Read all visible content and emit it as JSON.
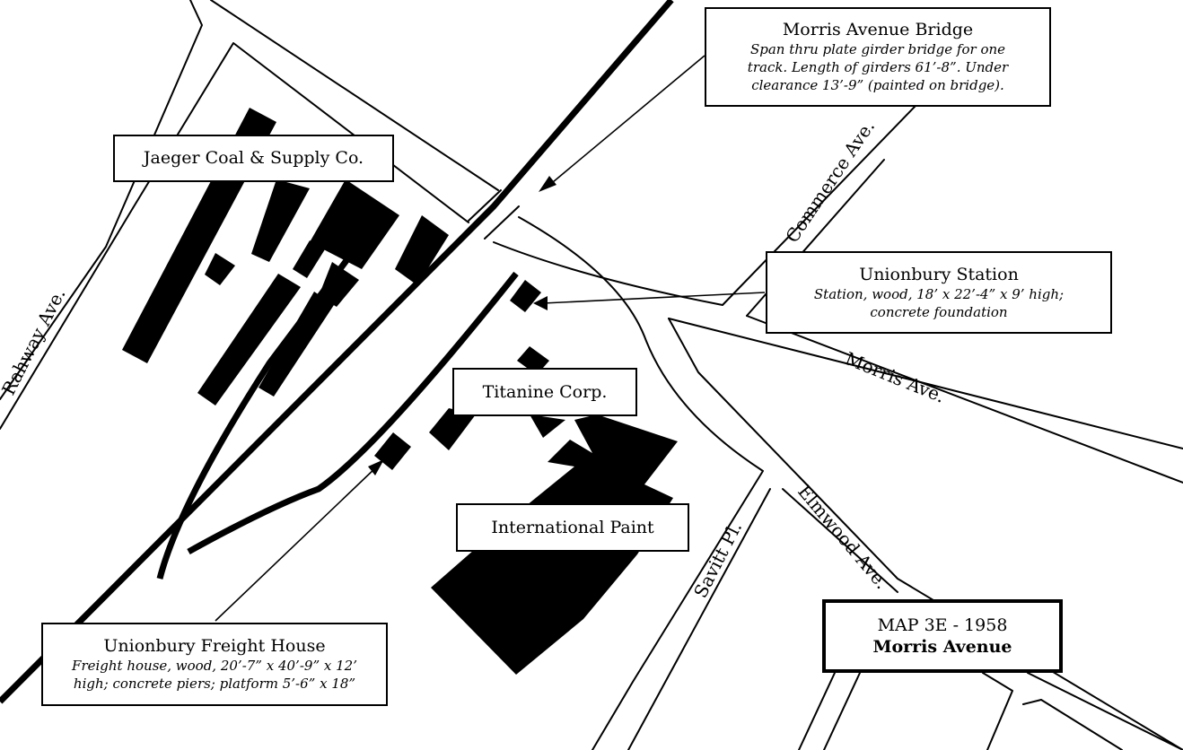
{
  "map_title": {
    "line1": "MAP 3E - 1958",
    "line2": "Morris Avenue"
  },
  "callouts": {
    "bridge": {
      "title": "Morris Avenue Bridge",
      "desc1": "Span thru plate girder bridge for one",
      "desc2": "track. Length of girders 61’-8”. Under",
      "desc3": "clearance 13’-9” (painted on bridge)."
    },
    "coal": {
      "title": "Jaeger Coal & Supply Co."
    },
    "station": {
      "title": "Unionbury Station",
      "desc1": "Station, wood, 18’ x 22’-4” x 9’ high;",
      "desc2": "concrete foundation"
    },
    "titanine": {
      "title": "Titanine Corp."
    },
    "paint": {
      "title": "International Paint"
    },
    "freight": {
      "title": "Unionbury Freight House",
      "desc1": "Freight house, wood, 20’-7” x 40’-9” x 12’",
      "desc2": "high; concrete piers; platform 5’-6” x 18”"
    }
  },
  "streets": {
    "rahway": "Rahway Ave.",
    "commerce": "Commerce Ave.",
    "morris": "Morris Ave.",
    "elmwood": "Elmwood Ave.",
    "savitt": "Savitt Pl."
  }
}
